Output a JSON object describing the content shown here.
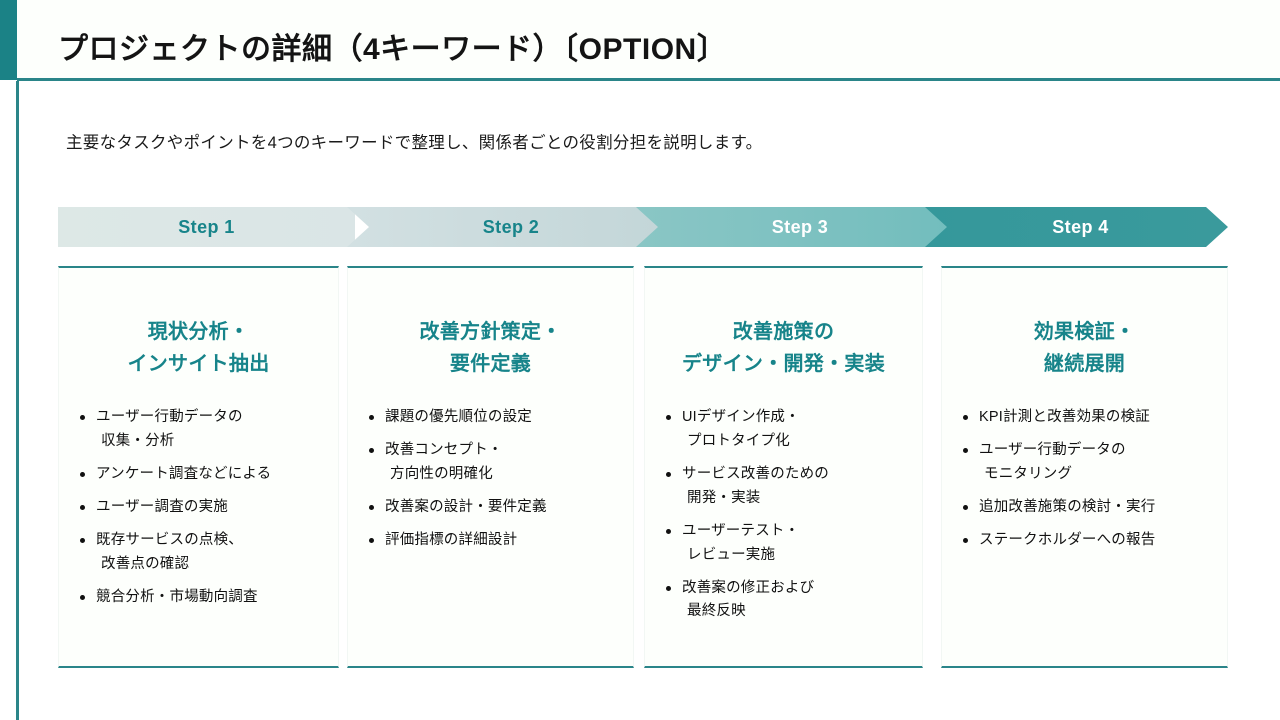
{
  "header": {
    "title": "プロジェクトの詳細（4キーワード）〔OPTION〕",
    "accent_color": "#1b8286",
    "rule_color": "#2a8589"
  },
  "subtitle": "主要なタスクやポイントを4つのキーワードで整理し、関係者ごとの役割分担を説明します。",
  "steps": [
    {
      "label": "Step 1",
      "bg_start": "#dde8e6",
      "bg_end": "#dae5e6",
      "text_color": "#17848a"
    },
    {
      "label": "Step 2",
      "bg_start": "#d2e0e2",
      "bg_end": "#c3d6d8",
      "text_color": "#17848a"
    },
    {
      "label": "Step 3",
      "bg_start": "#8ac6c5",
      "bg_end": "#72bdbd",
      "text_color": "#ffffff"
    },
    {
      "label": "Step 4",
      "bg_start": "#35989b",
      "bg_end": "#3a9a9c",
      "text_color": "#ffffff"
    }
  ],
  "columns": [
    {
      "heading_line1": "現状分析・",
      "heading_line2": "インサイト抽出",
      "bullets": [
        {
          "line1": "ユーザー行動データの",
          "line2": "収集・分析"
        },
        {
          "line1": "アンケート調査などによる",
          "line2": ""
        },
        {
          "line1": "ユーザー調査の実施",
          "line2": ""
        },
        {
          "line1": "既存サービスの点検、",
          "line2": "改善点の確認"
        },
        {
          "line1": "競合分析・市場動向調査",
          "line2": ""
        }
      ]
    },
    {
      "heading_line1": "改善方針策定・",
      "heading_line2": "要件定義",
      "bullets": [
        {
          "line1": "課題の優先順位の設定",
          "line2": ""
        },
        {
          "line1": "改善コンセプト・",
          "line2": "方向性の明確化"
        },
        {
          "line1": "改善案の設計・要件定義",
          "line2": ""
        },
        {
          "line1": "評価指標の詳細設計",
          "line2": ""
        }
      ]
    },
    {
      "heading_line1": "改善施策の",
      "heading_line2": "デザイン・開発・実装",
      "bullets": [
        {
          "line1": "UIデザイン作成・",
          "line2": "プロトタイプ化"
        },
        {
          "line1": "サービス改善のための",
          "line2": "開発・実装"
        },
        {
          "line1": "ユーザーテスト・",
          "line2": "レビュー実施"
        },
        {
          "line1": "改善案の修正および",
          "line2": "最終反映"
        }
      ]
    },
    {
      "heading_line1": "効果検証・",
      "heading_line2": "継続展開",
      "bullets": [
        {
          "line1": "KPI計測と改善効果の検証",
          "line2": ""
        },
        {
          "line1": "ユーザー行動データの",
          "line2": "モニタリング"
        },
        {
          "line1": "追加改善施策の検討・実行",
          "line2": ""
        },
        {
          "line1": "ステークホルダーへの報告",
          "line2": ""
        }
      ]
    }
  ]
}
